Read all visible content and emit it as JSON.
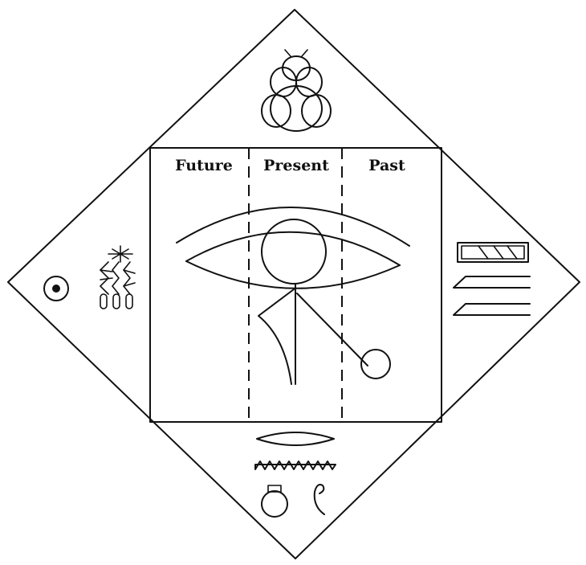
{
  "diagram": {
    "columns": [
      {
        "label": "Future"
      },
      {
        "label": "Present"
      },
      {
        "label": "Past"
      }
    ],
    "glyphs": {
      "top": [
        "scarab-icon"
      ],
      "left": [
        "sun-disk-icon",
        "flail-icon"
      ],
      "right": [
        "box-icon",
        "stroke-lines-icon"
      ],
      "bottom": [
        "mouth-icon",
        "water-icon",
        "pot-icon",
        "horned-viper-icon"
      ],
      "center": [
        "eye-of-horus-icon"
      ]
    },
    "colors": {
      "ink": "#111111",
      "paper": "#ffffff"
    }
  }
}
